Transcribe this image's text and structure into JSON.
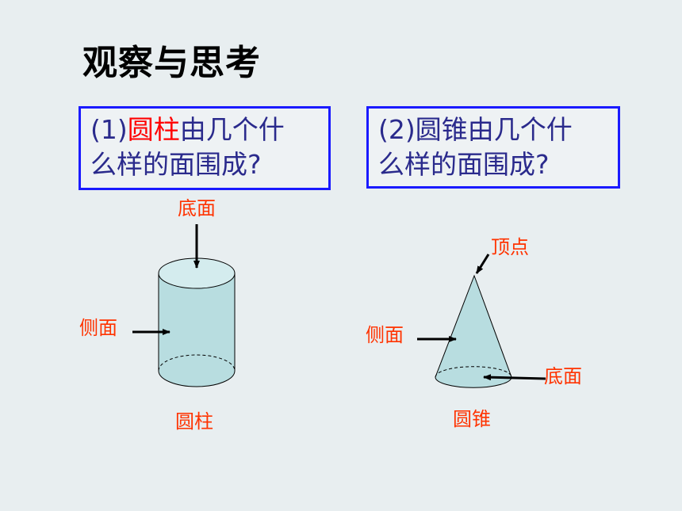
{
  "title": "观察与思考",
  "question1": {
    "prefix": "(1)",
    "highlight": "圆柱",
    "line1_rest": "由几个什",
    "line2": "么样的面围成?"
  },
  "question2": {
    "line1": "(2)圆锥由几个什",
    "line2": "么样的面围成?"
  },
  "cylinder": {
    "label_top": "底面",
    "label_side": "侧面",
    "caption": "圆柱"
  },
  "cone": {
    "label_apex": "顶点",
    "label_side": "侧面",
    "label_base": "底面",
    "caption": "圆锥"
  },
  "colors": {
    "box_border": "#1a1aff",
    "question_text": "#2a2a8c",
    "highlight": "#ff0000",
    "label": "#ff3300",
    "shape_fill": "#b8dde0"
  }
}
